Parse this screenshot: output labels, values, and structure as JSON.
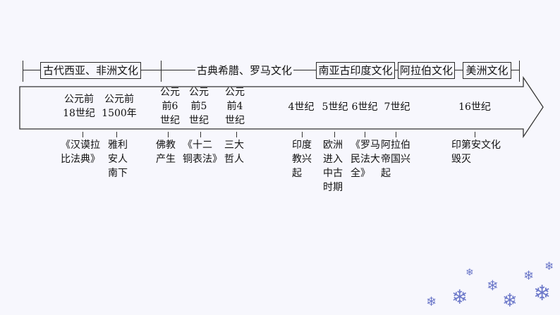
{
  "regions": [
    {
      "label": "古代西亚、非洲文化"
    },
    {
      "label": "古典希腊、罗马文化"
    },
    {
      "label": "南亚古印度文化"
    },
    {
      "label": "阿拉伯文化"
    },
    {
      "label": "美洲文化"
    }
  ],
  "dates": [
    {
      "text": "公元前\n18世纪"
    },
    {
      "text": "公元前\n1500年"
    },
    {
      "text": "公元\n前6\n世纪"
    },
    {
      "text": "公元\n前5\n世纪"
    },
    {
      "text": "公元\n前4\n世纪"
    },
    {
      "text": "4世纪"
    },
    {
      "text": "5世纪"
    },
    {
      "text": "6世纪"
    },
    {
      "text": "7世纪"
    },
    {
      "text": "16世纪"
    }
  ],
  "events": [
    {
      "text": "《汉谟拉\n比法典》"
    },
    {
      "text": "雅利\n安人\n南下"
    },
    {
      "text": "佛教\n产生"
    },
    {
      "text": "《十二\n铜表法》"
    },
    {
      "text": "三大\n哲人"
    },
    {
      "text": "印度\n教兴\n起"
    },
    {
      "text": "欧洲\n进入\n中古\n时期"
    },
    {
      "text": "《罗马\n民法大\n全》"
    },
    {
      "text": "阿拉伯\n帝国兴\n起"
    },
    {
      "text": "印第安文化\n毁灭"
    }
  ],
  "colors": {
    "background": "#f7f7fd",
    "line": "#2b2b2b",
    "snowflake": "#6c78c9"
  }
}
